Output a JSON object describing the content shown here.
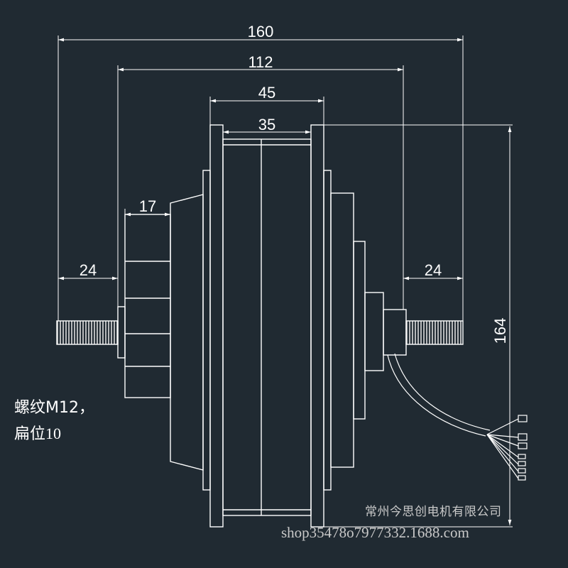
{
  "dimensions": {
    "overall_width": "160",
    "axle_shoulder_width": "112",
    "shell_width": "45",
    "rim_width": "35",
    "flange_width": "17",
    "left_thread_length": "24",
    "right_thread_length": "24",
    "diameter": "164"
  },
  "notes": {
    "thread": "螺纹M12，",
    "flat": "扁位10"
  },
  "watermark": {
    "company": "常州今思创电机有限公司",
    "shop": "shop35478o7977332.1688.com"
  },
  "colors": {
    "background": "#202a32",
    "line": "#ffffff"
  }
}
